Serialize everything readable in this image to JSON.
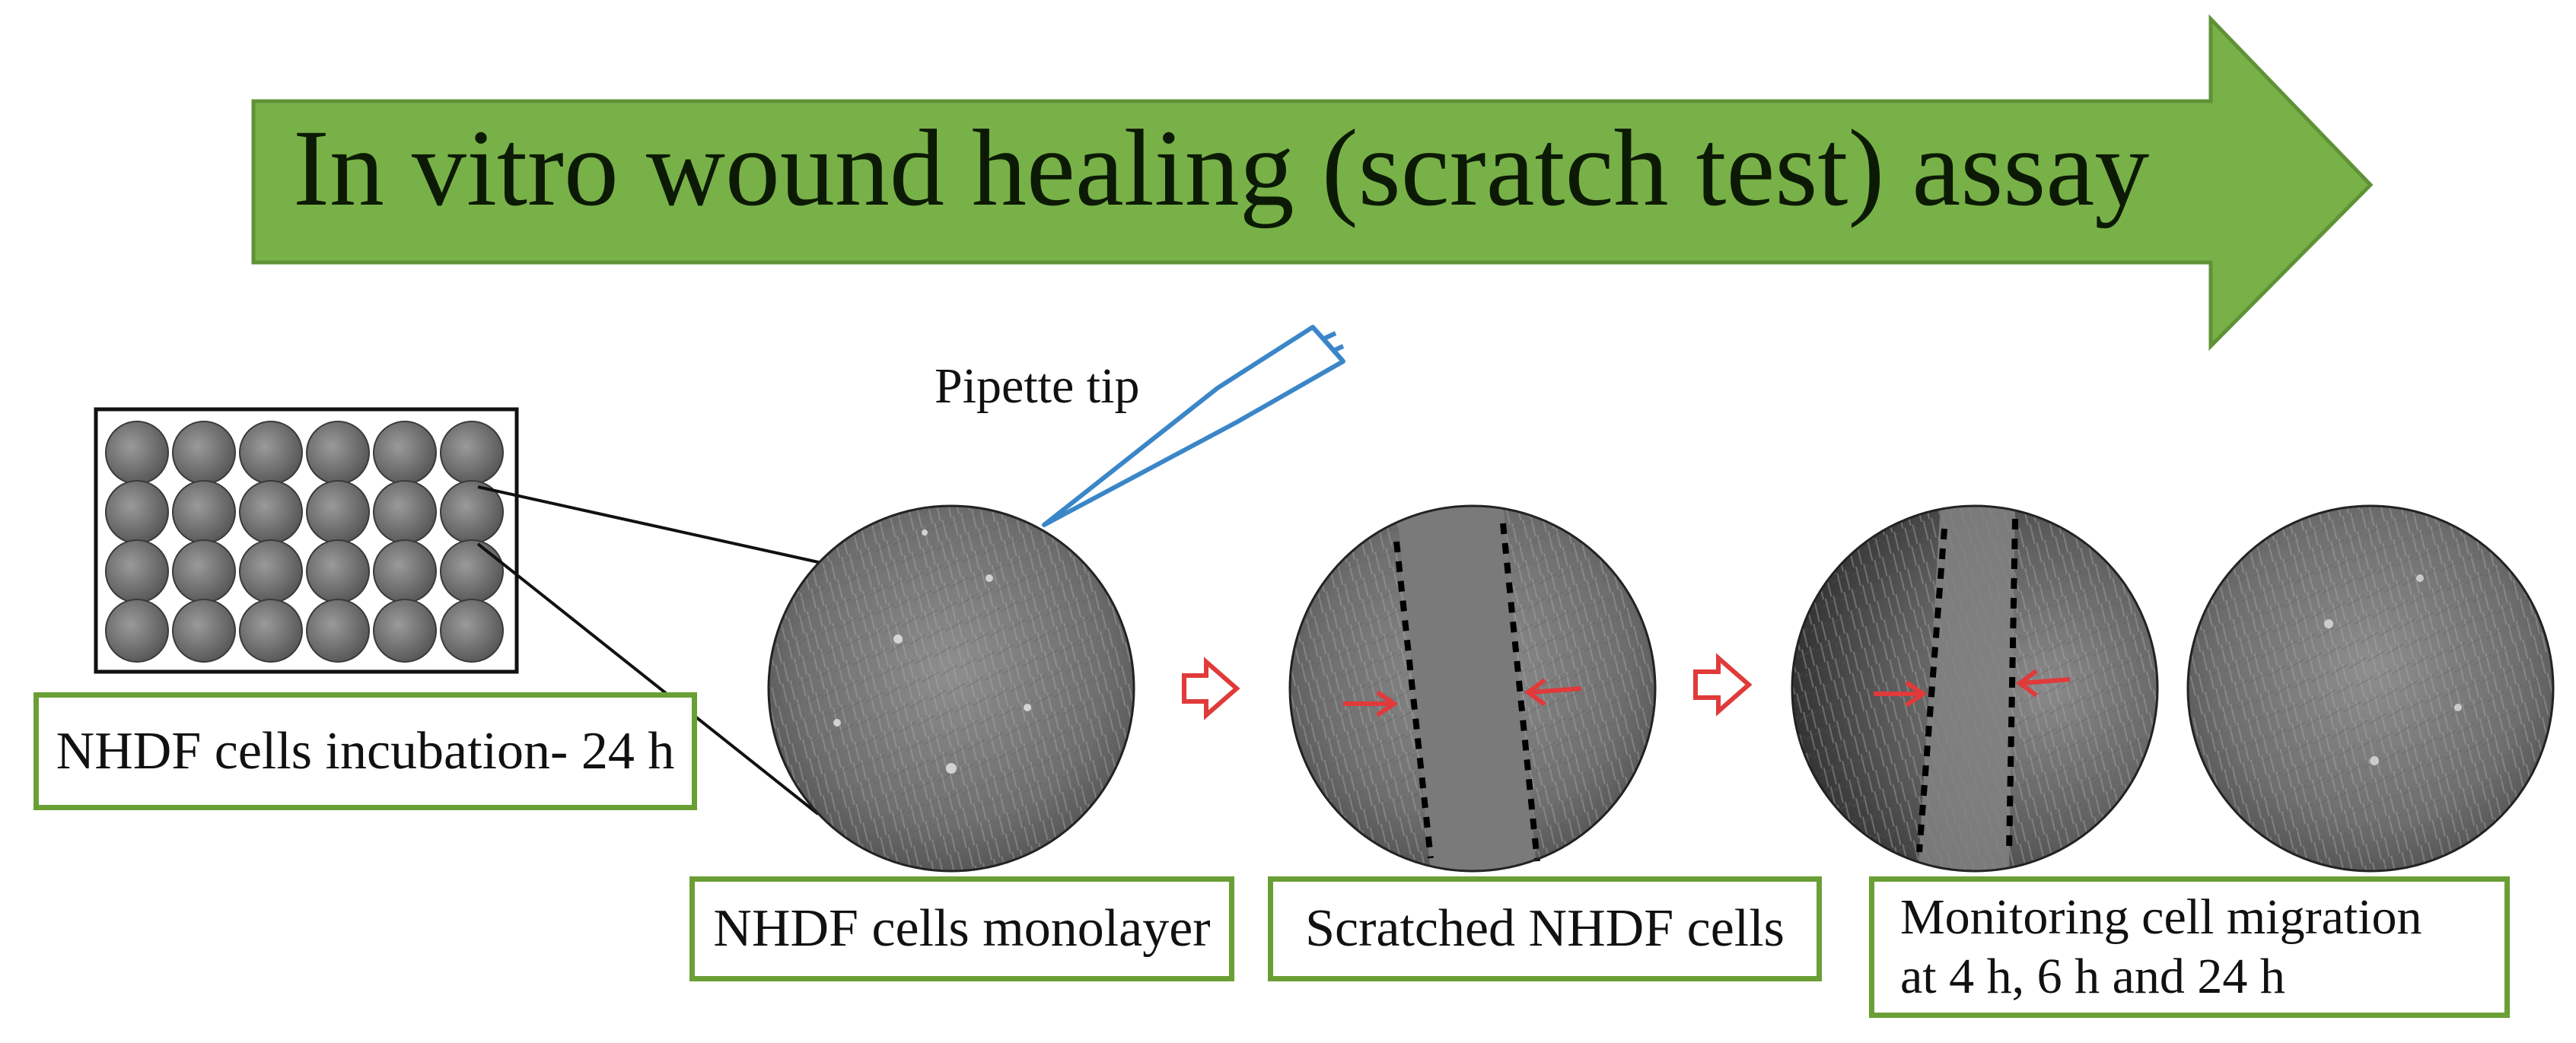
{
  "title": "In vitro wound healing (scratch test) assay",
  "pipette_label": "Pipette tip",
  "plate": {
    "rows": 4,
    "columns": 6
  },
  "steps": [
    {
      "label": "NHDF cells incubation- 24 h"
    },
    {
      "label": "NHDF cells monolayer"
    },
    {
      "label": "Scratched NHDF cells"
    },
    {
      "label_line1": "Monitoring cell migration",
      "label_line2": "at 4 h, 6 h and 24 h"
    }
  ],
  "colors": {
    "banner_fill": "#78b148",
    "banner_stroke": "#5f9236",
    "label_border": "#6a9f35",
    "pipette": "#3a86c8",
    "red_arrow": "#e03a3a",
    "cell_dish": "#707070"
  }
}
